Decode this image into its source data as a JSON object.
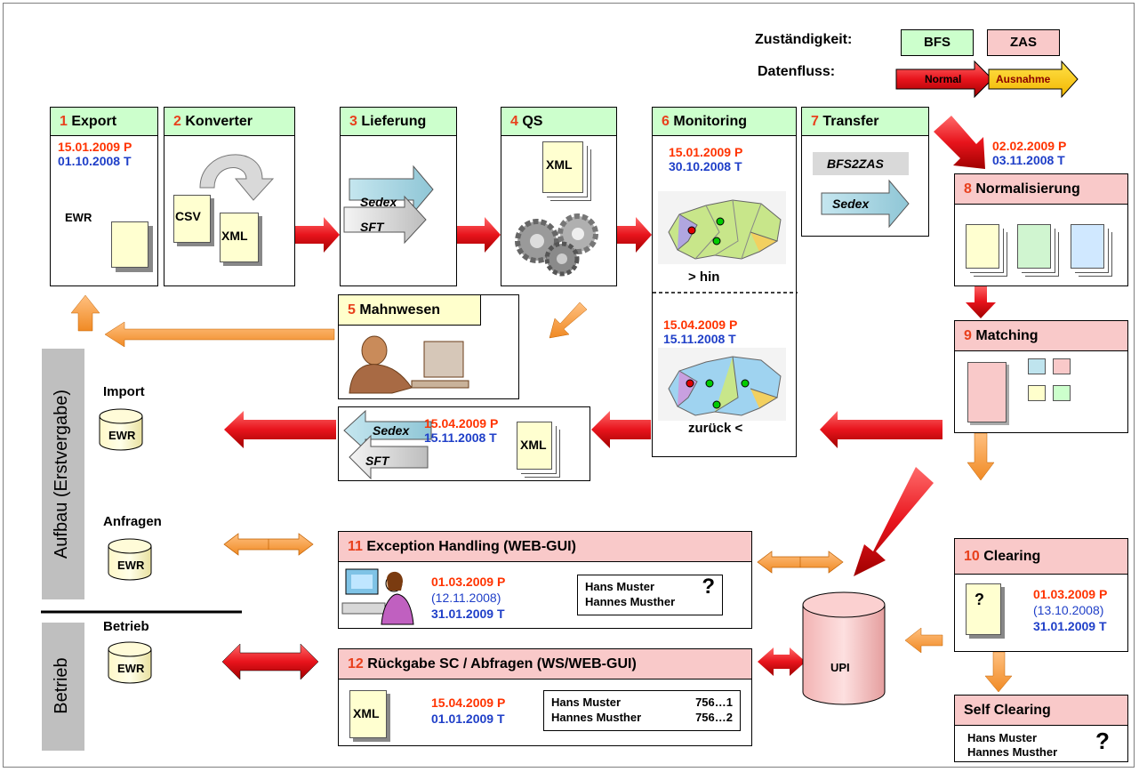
{
  "legend": {
    "responsibility_label": "Zuständigkeit:",
    "bfs": "BFS",
    "zas": "ZAS",
    "dataflow_label": "Datenfluss:",
    "normal": "Normal",
    "exception": "Ausnahme"
  },
  "steps": {
    "s1": {
      "num": "1",
      "title": "Export",
      "date_p": "15.01.2009 P",
      "date_t": "01.10.2008 T",
      "db": "EWR"
    },
    "s2": {
      "num": "2",
      "title": "Konverter",
      "csv": "CSV",
      "xml": "XML"
    },
    "s3": {
      "num": "3",
      "title": "Lieferung",
      "sedex": "Sedex",
      "sft": "SFT"
    },
    "s4": {
      "num": "4",
      "title": "QS",
      "xml": "XML"
    },
    "s5": {
      "num": "5",
      "title": "Mahnwesen"
    },
    "s6": {
      "num": "6",
      "title": "Monitoring",
      "date_p": "15.01.2009 P",
      "date_t": "30.10.2008 T",
      "hin": "> hin",
      "date_p2": "15.04.2009 P",
      "date_t2": "15.11.2008 T",
      "back": "zurück <"
    },
    "s7": {
      "num": "7",
      "title": "Transfer",
      "bfs2zas": "BFS2ZAS",
      "sedex": "Sedex"
    },
    "s7_dates": {
      "date_p": "02.02.2009 P",
      "date_t": "03.11.2008 T"
    },
    "s8": {
      "num": "8",
      "title": "Normalisierung"
    },
    "s9": {
      "num": "9",
      "title": "Matching"
    },
    "s10": {
      "num": "10",
      "title": "Clearing",
      "q": "?",
      "date_p": "01.03.2009 P",
      "date_n": "(13.10.2008)",
      "date_t": "31.01.2009 T"
    },
    "s11": {
      "num": "11",
      "title": "Exception Handling (WEB-GUI)",
      "date_p": "01.03.2009 P",
      "date_n": "(12.11.2008)",
      "date_t": "31.01.2009 T",
      "name1": "Hans Muster",
      "name2": "Hannes Musther",
      "q": "?"
    },
    "s12": {
      "num": "12",
      "title": "Rückgabe SC / Abfragen (WS/WEB-GUI)",
      "xml": "XML",
      "date_p": "15.04.2009 P",
      "date_t": "01.01.2009 T",
      "name1": "Hans Muster",
      "id1": "756…1",
      "name2": "Hannes Musther",
      "id2": "756…2"
    },
    "self_clearing": {
      "title": "Self Clearing",
      "name1": "Hans Muster",
      "name2": "Hannes Musther",
      "q": "?"
    }
  },
  "return_box": {
    "sedex": "Sedex",
    "sft": "SFT",
    "date_p": "15.04.2009 P",
    "date_t": "15.11.2008 T",
    "xml": "XML"
  },
  "left": {
    "build_label": "Aufbau (Erstvergabe)",
    "ops_label": "Betrieb",
    "import": "Import",
    "queries": "Anfragen",
    "operation": "Betrieb",
    "db": "EWR"
  },
  "upi": "UPI",
  "colors": {
    "bfs": "#ccffcc",
    "zas": "#f9c9c9",
    "normal": "#e8141c",
    "exception": "#f7a03c"
  }
}
